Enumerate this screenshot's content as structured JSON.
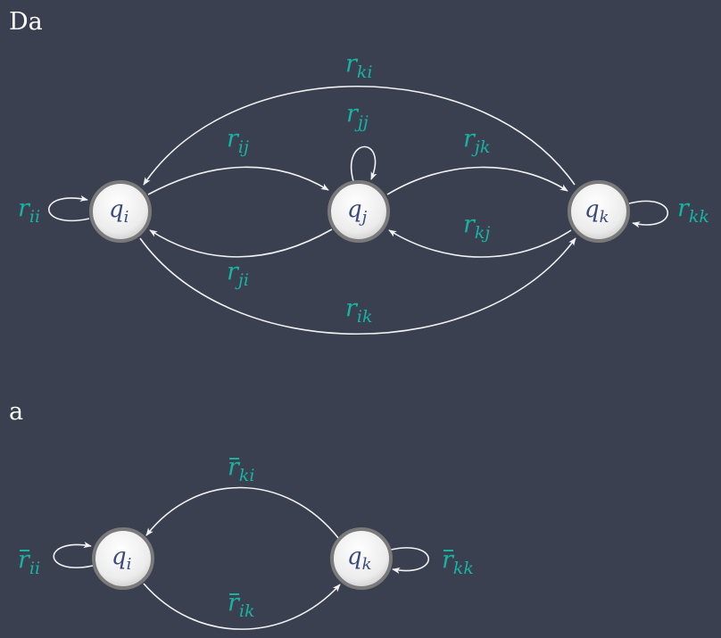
{
  "sections": [
    {
      "id": "top",
      "label": "Da"
    },
    {
      "id": "bottom",
      "label": "a"
    }
  ],
  "diagram_top": {
    "states": [
      {
        "id": "qi",
        "base": "q",
        "sub": "i"
      },
      {
        "id": "qj",
        "base": "q",
        "sub": "j"
      },
      {
        "id": "qk",
        "base": "q",
        "sub": "k"
      }
    ],
    "edges": [
      {
        "id": "ii",
        "base": "r",
        "sub": "ii"
      },
      {
        "id": "ij",
        "base": "r",
        "sub": "ij"
      },
      {
        "id": "jj",
        "base": "r",
        "sub": "jj"
      },
      {
        "id": "jk",
        "base": "r",
        "sub": "jk"
      },
      {
        "id": "kk",
        "base": "r",
        "sub": "kk"
      },
      {
        "id": "ki",
        "base": "r",
        "sub": "ki"
      },
      {
        "id": "ji",
        "base": "r",
        "sub": "ji"
      },
      {
        "id": "kj",
        "base": "r",
        "sub": "kj"
      },
      {
        "id": "ik",
        "base": "r",
        "sub": "ik"
      }
    ]
  },
  "diagram_bottom": {
    "states": [
      {
        "id": "qi",
        "base": "q",
        "sub": "i"
      },
      {
        "id": "qk",
        "base": "q",
        "sub": "k"
      }
    ],
    "edges": [
      {
        "id": "ii",
        "base": "r",
        "sub": "ii",
        "overbar": true
      },
      {
        "id": "ki",
        "base": "r",
        "sub": "ki",
        "overbar": true
      },
      {
        "id": "ik",
        "base": "r",
        "sub": "ik",
        "overbar": true
      },
      {
        "id": "kk",
        "base": "r",
        "sub": "kk",
        "overbar": true
      }
    ]
  },
  "colors": {
    "background": "#3b4050",
    "edge": "#f2f2f2",
    "label": "#17b3a3",
    "state_text": "#3a4a7a",
    "state_border": "#7a7a7a"
  }
}
